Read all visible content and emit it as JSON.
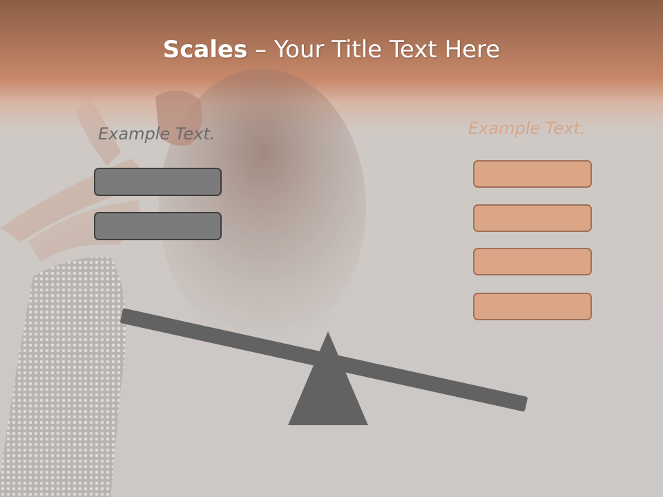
{
  "slide": {
    "title_bold": "Scales",
    "title_rest": " – Your Title Text Here",
    "left_label": "Example Text.",
    "right_label": "Example Text."
  },
  "colors": {
    "header": "#c8886a",
    "background": "#cbc8c5",
    "left_boxes": "#7b7b7b",
    "right_boxes": "#dba686",
    "beam": "#626262"
  },
  "left_box_count": 2,
  "right_box_count": 4
}
